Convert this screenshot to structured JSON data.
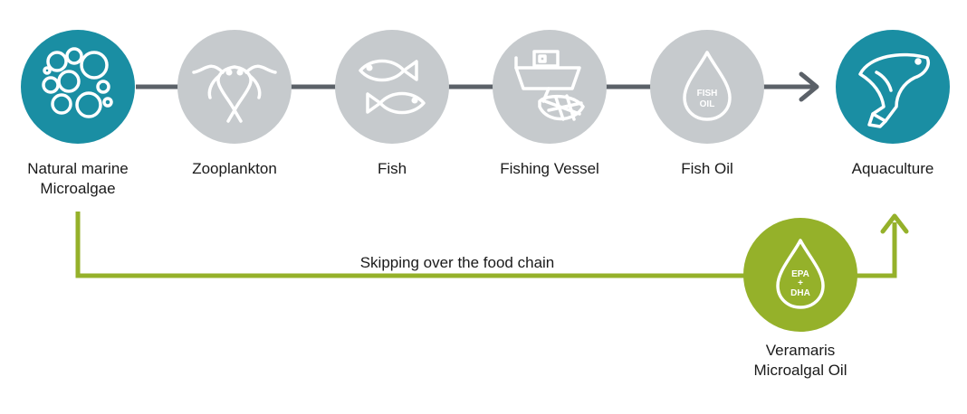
{
  "colors": {
    "teal": "#1a8ea3",
    "gray": "#c6cacd",
    "green": "#95b12a",
    "chain_line": "#5b6168"
  },
  "nodes": [
    {
      "id": "microalgae",
      "label_line1": "Natural marine",
      "label_line2": "Microalgae",
      "icon": "bubbles-icon",
      "color": "teal"
    },
    {
      "id": "zooplankton",
      "label_line1": "Zooplankton",
      "label_line2": "",
      "icon": "zooplankton-icon",
      "color": "gray"
    },
    {
      "id": "fish",
      "label_line1": "Fish",
      "label_line2": "",
      "icon": "fish-pair-icon",
      "color": "gray"
    },
    {
      "id": "vessel",
      "label_line1": "Fishing Vessel",
      "label_line2": "",
      "icon": "fishing-boat-icon",
      "color": "gray"
    },
    {
      "id": "fishoil",
      "label_line1": "Fish Oil",
      "label_line2": "",
      "icon": "oil-drop-icon",
      "color": "gray",
      "drop_text_line1": "FISH",
      "drop_text_line2": "OIL"
    },
    {
      "id": "aquaculture",
      "label_line1": "Aquaculture",
      "label_line2": "",
      "icon": "salmon-icon",
      "color": "teal"
    },
    {
      "id": "veramaris",
      "label_line1": "Veramaris",
      "label_line2": "Microalgal Oil",
      "icon": "algal-oil-drop-icon",
      "color": "green",
      "drop_text_line1": "EPA",
      "drop_text_line2": "+",
      "drop_text_line3": "DHA"
    }
  ],
  "shortcut_label": "Skipping over the food chain"
}
